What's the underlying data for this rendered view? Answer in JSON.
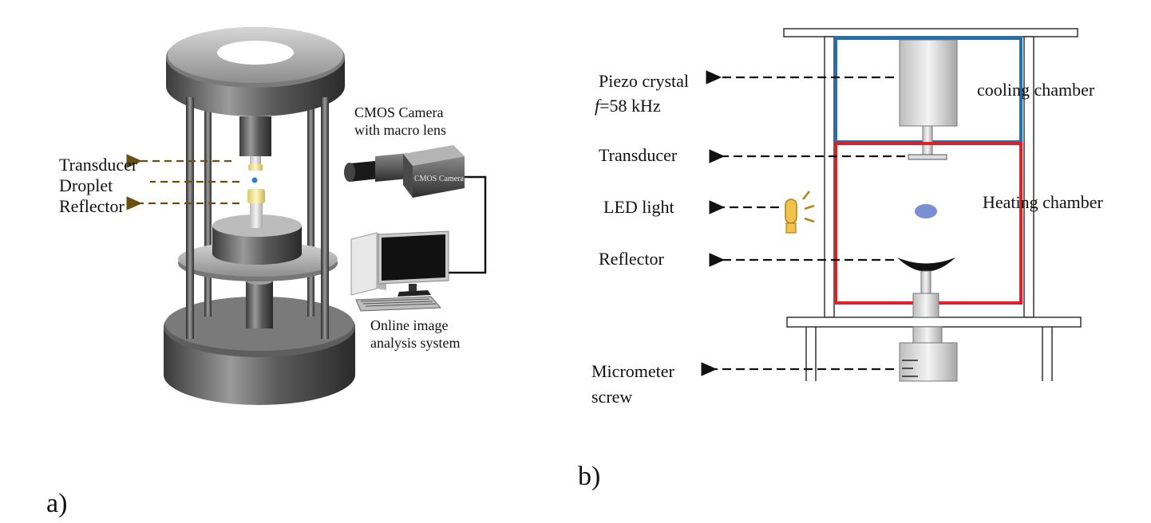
{
  "panel_a": {
    "panel_label": "a)",
    "labels": {
      "transducer": "Transducer",
      "droplet": "Droplet",
      "reflector": "Reflector",
      "camera_line1": "CMOS Camera",
      "camera_line2": "with macro lens",
      "camera_body_text": "CMOS Camera",
      "analysis_line1": "Online image",
      "analysis_line2": "analysis system"
    }
  },
  "panel_b": {
    "panel_label": "b)",
    "labels": {
      "piezo_line1": "Piezo crystal",
      "piezo_f": "f",
      "piezo_freq": "=58 kHz",
      "transducer": "Transducer",
      "led": "LED light",
      "reflector": "Reflector",
      "micrometer_line1": "Micrometer",
      "micrometer_line2": "screw",
      "cooling": "cooling chamber",
      "heating": "Heating chamber"
    },
    "colors": {
      "cooling_frame": "#1f6fb4",
      "heating_frame": "#e31e24",
      "droplet": "#7b8fd6",
      "led": "#f2c14e"
    }
  }
}
